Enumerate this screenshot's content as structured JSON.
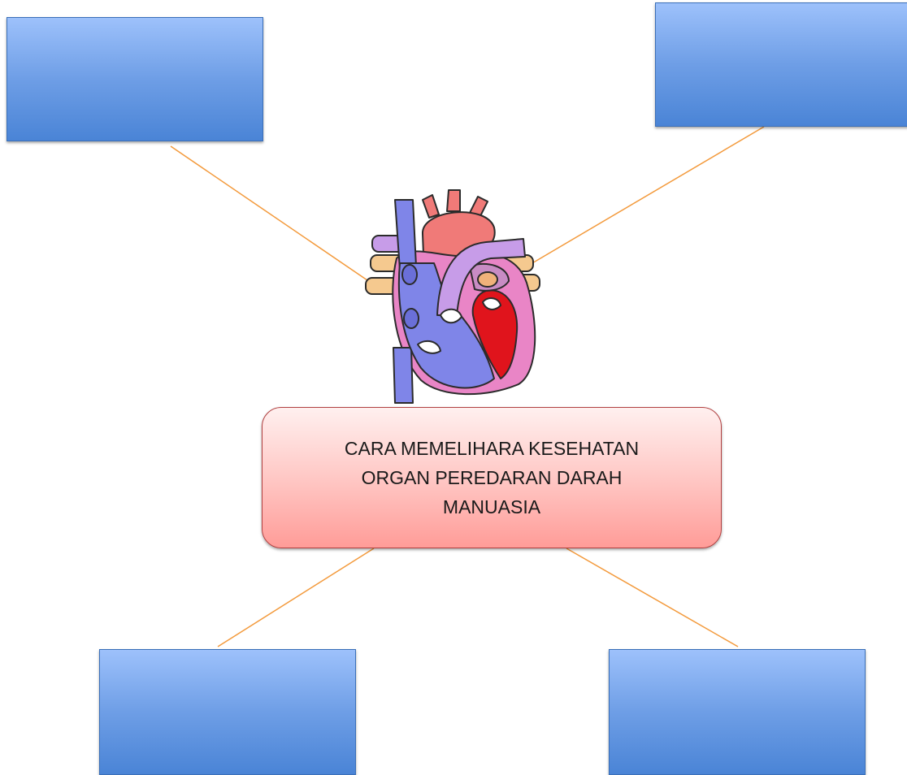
{
  "diagram": {
    "title_lines": [
      "CARA MEMELIHARA KESEHATAN",
      "ORGAN PEREDARAN DARAH",
      "MANUASIA"
    ],
    "blank_boxes": [
      "top-left",
      "top-right",
      "bottom-left",
      "bottom-right"
    ],
    "central_image": "human-heart-anatomy",
    "colors": {
      "box_fill": "#6e9ee6",
      "title_fill": "#ffc4c1",
      "connector": "#f39a3c"
    }
  }
}
